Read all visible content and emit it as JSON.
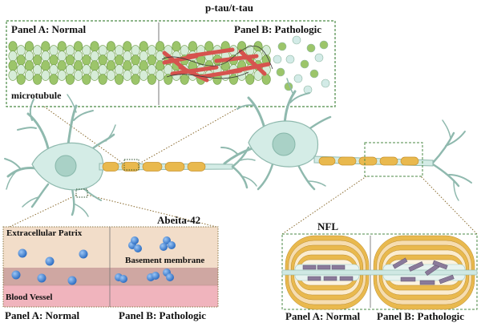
{
  "labels": {
    "title_top": "p-tau/t-tau",
    "mt_panel_a": "Panel A: Normal",
    "mt_panel_b": "Panel B: Pathologic",
    "microtubule": "microtubule",
    "abeta": "Abeita-42",
    "ecm": "Extracellular Patrix",
    "basement": "Basement membrane",
    "blood_vessel": "Blood Vessel",
    "ab_panel_a": "Panel A: Normal",
    "ab_panel_b": "Panel B: Pathologic",
    "nfl": "NFL",
    "nfl_panel_a": "Panel A: Normal",
    "nfl_panel_b": "Panel B: Pathologic"
  },
  "colors": {
    "neuron_fill": "#d4ece6",
    "neuron_stroke": "#8fb9ae",
    "nucleus": "#a9d1c6",
    "myelin": "#e9b94e",
    "tubulin_green": "#9cc56a",
    "tubulin_pale": "#d6ecd8",
    "tau_red": "#d6534e",
    "panel_border": "#4b8a45",
    "ecm_fill": "#f2ddc9",
    "membrane_fill": "#cfa7a2",
    "vessel_fill": "#f0b4bd",
    "amyloid_blue": "#3d7fd0"
  }
}
